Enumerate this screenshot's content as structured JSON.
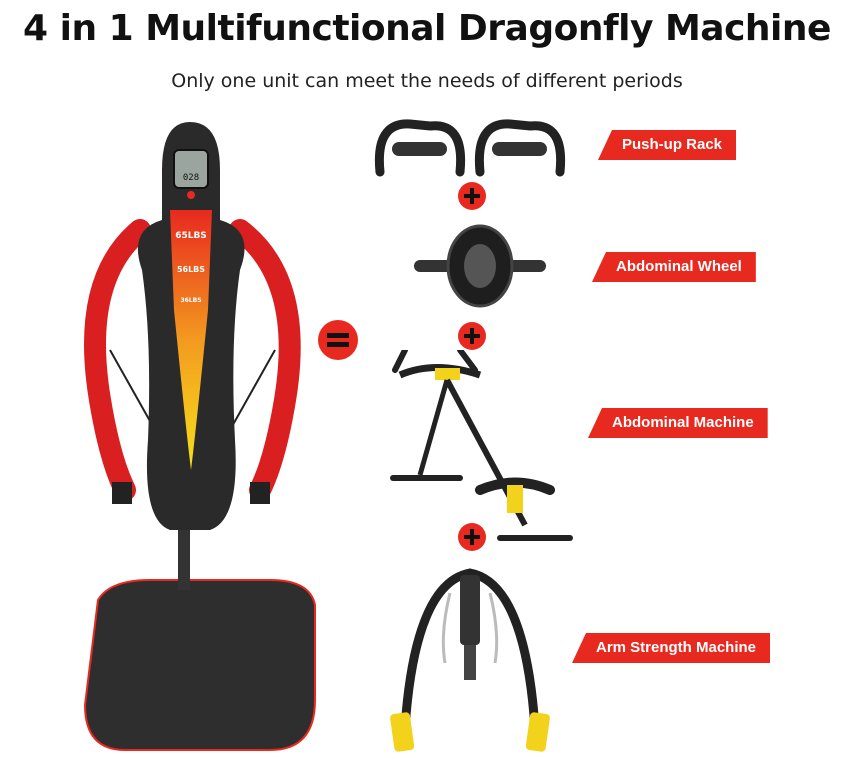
{
  "header": {
    "title": "4 in 1 Multifunctional Dragonfly Machine",
    "subtitle": "Only one unit can meet the needs of different periods"
  },
  "machine": {
    "display_readout": "028",
    "weight_labels": [
      "65LBS",
      "56LBS",
      "36LBS"
    ]
  },
  "accessories": [
    {
      "label": "Push-up Rack",
      "icon": "push-up-rack-icon"
    },
    {
      "label": "Abdominal Wheel",
      "icon": "abdominal-wheel-icon"
    },
    {
      "label": "Abdominal Machine",
      "icon": "abdominal-machine-icon"
    },
    {
      "label": "Arm Strength Machine",
      "icon": "arm-strength-machine-icon"
    }
  ],
  "colors": {
    "accent": "#e8291f",
    "machine_body": "#2a2a2a",
    "yellow": "#f2d21b"
  }
}
